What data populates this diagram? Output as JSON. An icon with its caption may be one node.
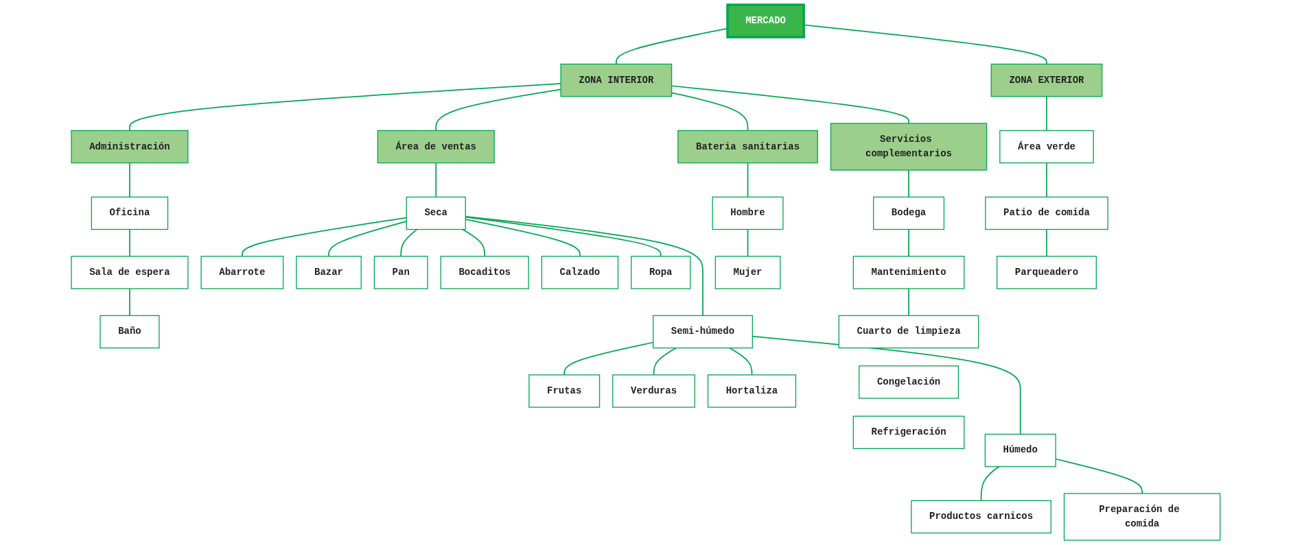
{
  "diagram": {
    "nodes": [
      {
        "text": [
          "MERCADO"
        ]
      },
      {
        "text": [
          "ZONA INTERIOR"
        ]
      },
      {
        "text": [
          "ZONA EXTERIOR"
        ]
      },
      {
        "text": [
          "Administración"
        ]
      },
      {
        "text": [
          "Área de ventas"
        ]
      },
      {
        "text": [
          "Bateria sanitarias"
        ]
      },
      {
        "text": [
          "Servicios complementarios"
        ]
      },
      {
        "text": [
          "Oficina"
        ]
      },
      {
        "text": [
          "Sala de espera"
        ]
      },
      {
        "text": [
          "Baño"
        ]
      },
      {
        "text": [
          "Seca"
        ]
      },
      {
        "text": [
          "Abarrote"
        ]
      },
      {
        "text": [
          "Bazar"
        ]
      },
      {
        "text": [
          "Pan"
        ]
      },
      {
        "text": [
          "Bocaditos"
        ]
      },
      {
        "text": [
          "Calzado"
        ]
      },
      {
        "text": [
          "Ropa"
        ]
      },
      {
        "text": [
          "Semi-húmedo"
        ]
      },
      {
        "text": [
          "Frutas"
        ]
      },
      {
        "text": [
          "Verduras"
        ]
      },
      {
        "text": [
          "Hortaliza"
        ]
      },
      {
        "text": [
          "Húmedo"
        ]
      },
      {
        "text": [
          "Productos carnicos"
        ]
      },
      {
        "text": [
          "Preparación de comida"
        ]
      },
      {
        "text": [
          "Hombre"
        ]
      },
      {
        "text": [
          "Mujer"
        ]
      },
      {
        "text": [
          "Bodega"
        ]
      },
      {
        "text": [
          "Mantenimiento"
        ]
      },
      {
        "text": [
          "Cuarto de limpieza"
        ]
      },
      {
        "text": [
          "Congelación"
        ]
      },
      {
        "text": [
          "Refrigeración"
        ]
      },
      {
        "text": [
          "Área verde"
        ]
      },
      {
        "text": [
          "Patio de comida"
        ]
      },
      {
        "text": [
          "Parqueadero"
        ]
      }
    ],
    "edges": [
      {
        "from": 0,
        "to": 1,
        "arrow": "none"
      },
      {
        "from": 0,
        "to": 2,
        "arrow": "none"
      },
      {
        "from": 1,
        "to": 3,
        "arrow": "none"
      },
      {
        "from": 1,
        "to": 4,
        "arrow": "none"
      },
      {
        "from": 1,
        "to": 5,
        "arrow": "none"
      },
      {
        "from": 1,
        "to": 6,
        "arrow": "none"
      },
      {
        "from": 3,
        "to": 7,
        "arrow": "none"
      },
      {
        "from": 7,
        "to": 8,
        "arrow": "none"
      },
      {
        "from": 8,
        "to": 9,
        "arrow": "none"
      },
      {
        "from": 4,
        "to": 10,
        "arrow": "none"
      },
      {
        "from": 10,
        "to": 11,
        "arrow": "none"
      },
      {
        "from": 10,
        "to": 12,
        "arrow": "none"
      },
      {
        "from": 10,
        "to": 13,
        "arrow": "none"
      },
      {
        "from": 10,
        "to": 14,
        "arrow": "none"
      },
      {
        "from": 10,
        "to": 15,
        "arrow": "none"
      },
      {
        "from": 10,
        "to": 16,
        "arrow": "none"
      },
      {
        "from": 10,
        "to": 17,
        "arrow": "none"
      },
      {
        "from": 17,
        "to": 18,
        "arrow": "none"
      },
      {
        "from": 17,
        "to": 19,
        "arrow": "none"
      },
      {
        "from": 17,
        "to": 20,
        "arrow": "none"
      },
      {
        "from": 17,
        "to": 21,
        "arrow": "none"
      },
      {
        "from": 21,
        "to": 22,
        "arrow": "none"
      },
      {
        "from": 21,
        "to": 23,
        "arrow": "none"
      },
      {
        "from": 5,
        "to": 24,
        "arrow": "none"
      },
      {
        "from": 24,
        "to": 25,
        "arrow": "none"
      },
      {
        "from": 6,
        "to": 26,
        "arrow": "none"
      },
      {
        "from": 26,
        "to": 27,
        "arrow": "none"
      },
      {
        "from": 27,
        "to": 28,
        "arrow": "none"
      },
      {
        "from": 2,
        "to": 31,
        "arrow": "none"
      },
      {
        "from": 31,
        "to": 32,
        "arrow": "none"
      },
      {
        "from": 32,
        "to": 33,
        "arrow": "none"
      }
    ]
  }
}
